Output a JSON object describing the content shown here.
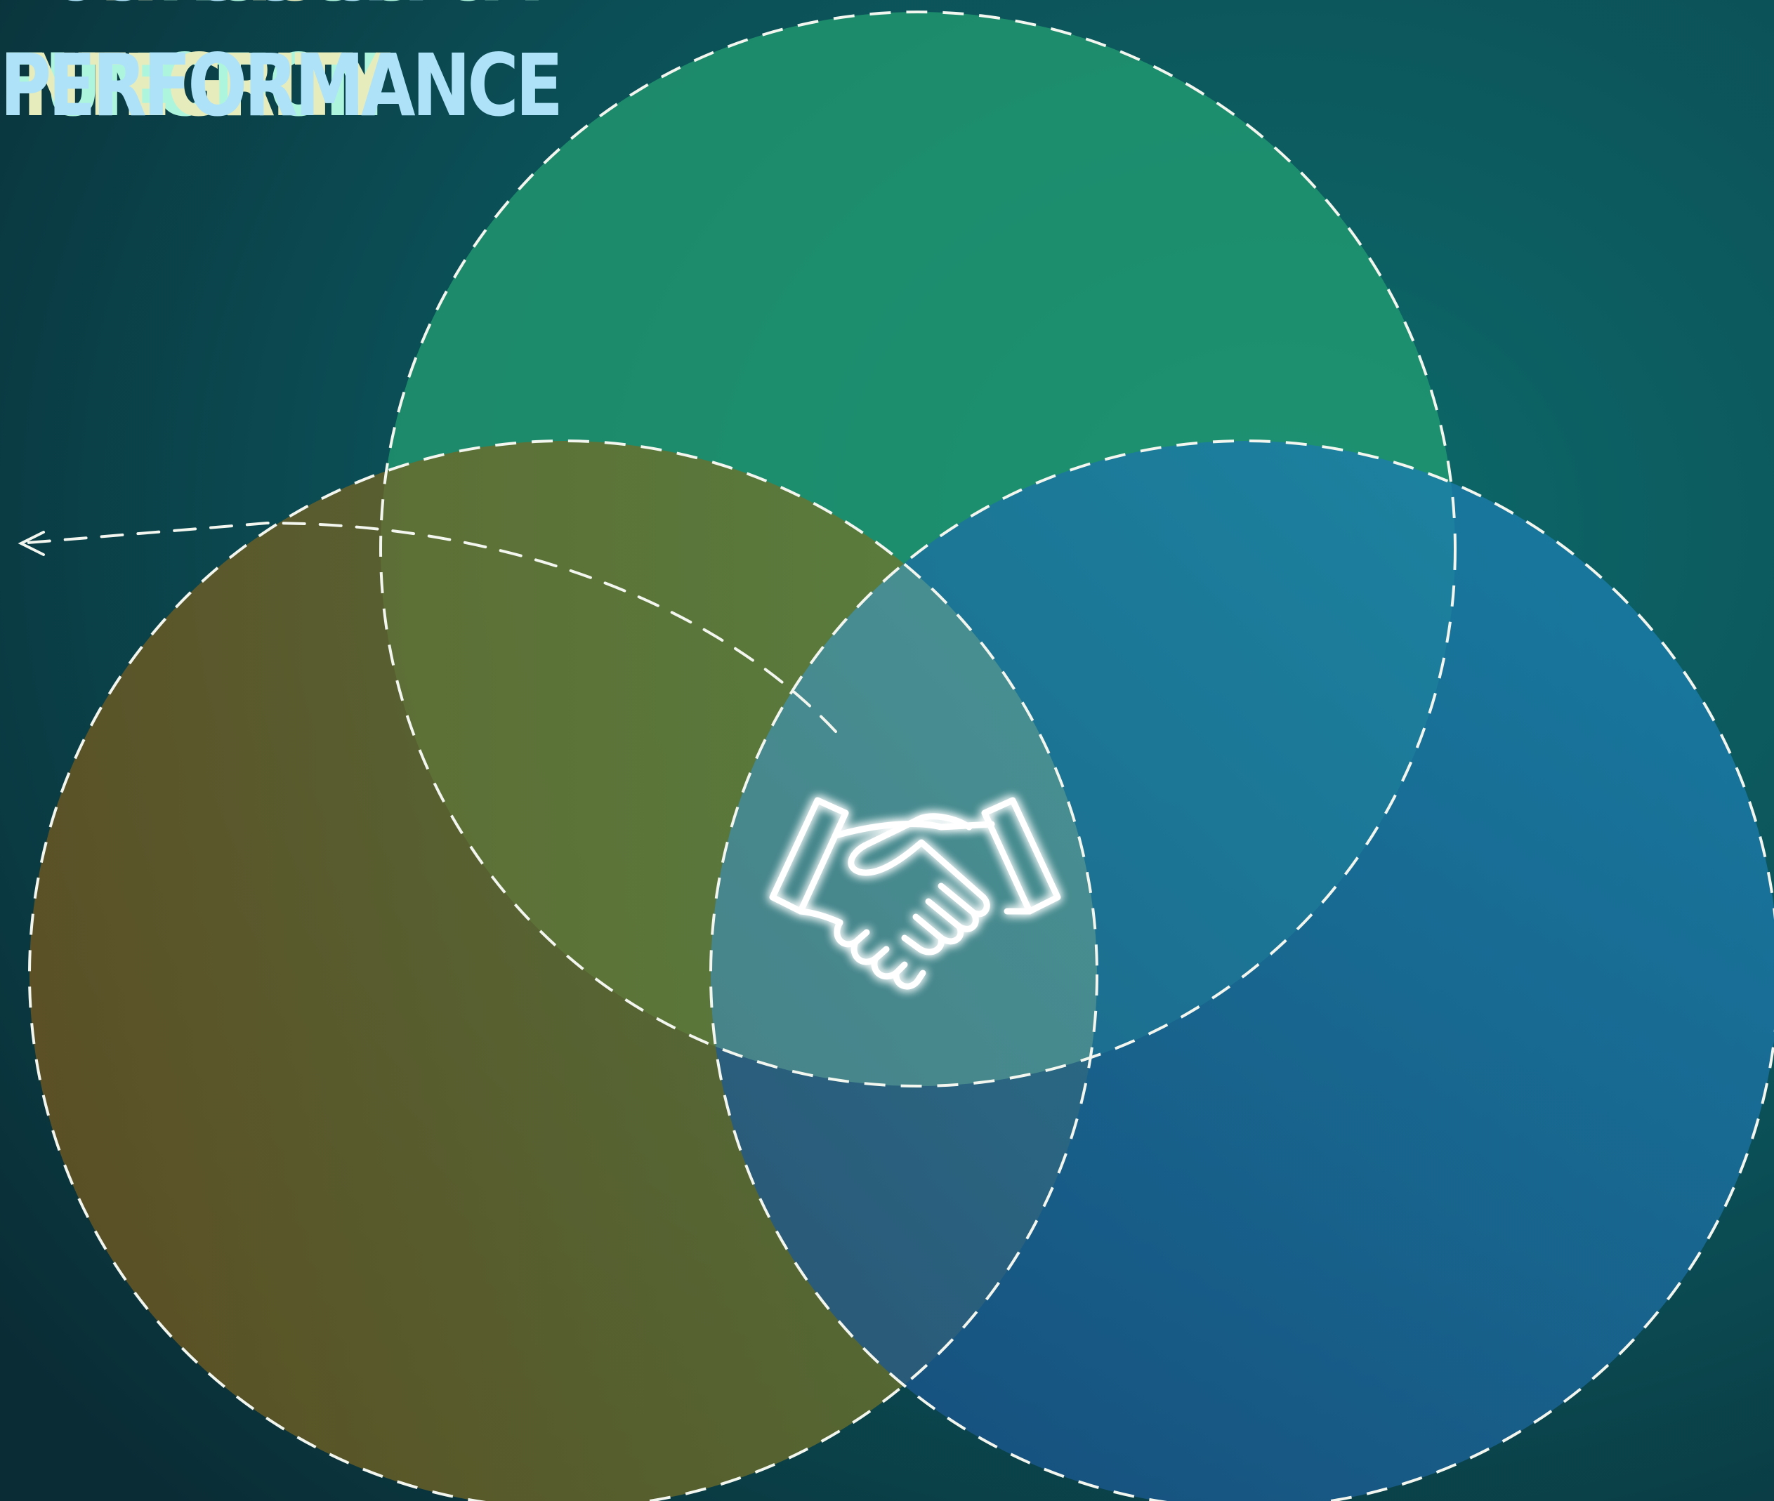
{
  "diagram": {
    "type": "venn",
    "sets": [
      {
        "id": "hydrological",
        "label_lines": [
          "HYDROLOGICAL",
          "FUNCTION"
        ],
        "fill": "#22a173",
        "text_color": "#aef5de"
      },
      {
        "id": "heritage",
        "label_lines": [
          "HERITAGE",
          "INTEGRITY"
        ],
        "fill": "#7a7a2a",
        "text_color": "#e7ecbc"
      },
      {
        "id": "ecological",
        "label_lines": [
          "ECOLOGICAL",
          "PERFORMANCE"
        ],
        "fill": "#1a7ab0",
        "text_color": "#aee2f8"
      }
    ],
    "center_icon": "handshake-icon",
    "pointer": "dashed-arrow-left",
    "colors": {
      "background_dark": "#0b2f38",
      "background_teal": "#0d6868",
      "outline": "#f2f6ef",
      "icon_glow": "#ffffff"
    }
  }
}
